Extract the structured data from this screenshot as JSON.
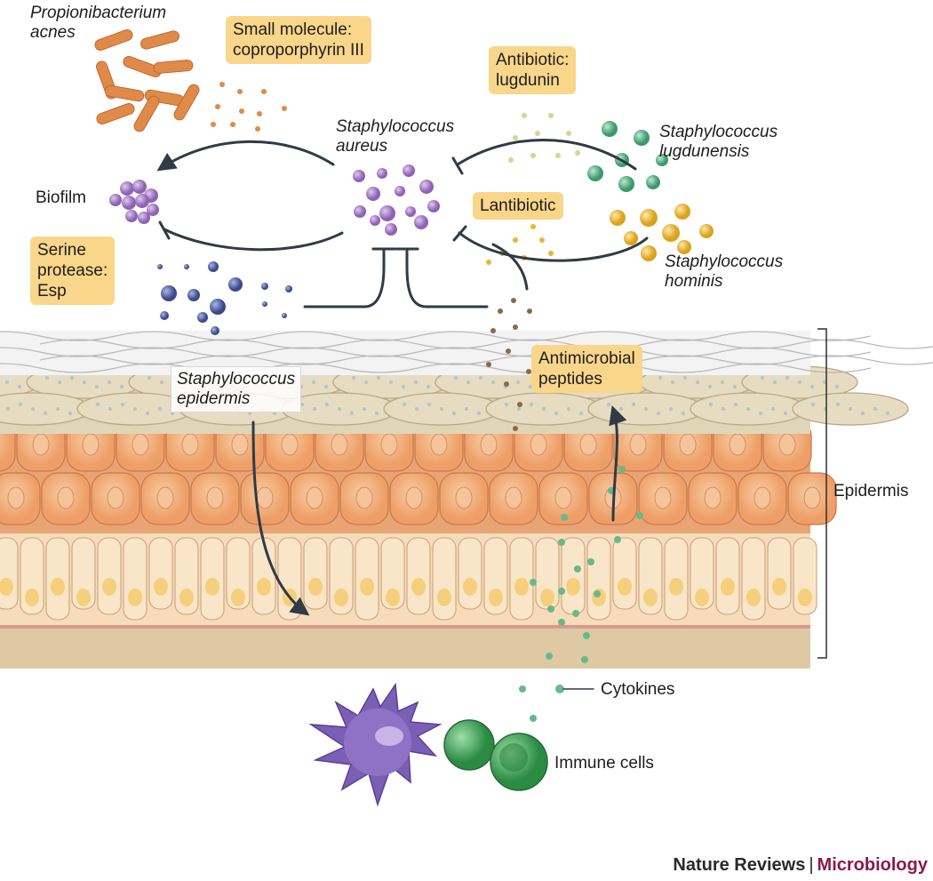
{
  "labels": {
    "propionibacterium": "Propionibacterium\nacnes",
    "small_molecule": "Small molecule:\ncoproporphyrin III",
    "antibiotic": "Antibiotic:\nlugdunin",
    "s_aureus": "Staphylococcus\naureus",
    "s_lugdunensis": "Staphylococcus\nlugdunensis",
    "biofilm": "Biofilm",
    "lantibiotic": "Lantibiotic",
    "s_hominis": "Staphylococcus\nhominis",
    "serine_protease": "Serine\nprotease:\nEsp",
    "antimicrobial_peptides": "Antimicrobial\npeptides",
    "s_epidermis": "Staphylococcus\nepidermis",
    "epidermis": "Epidermis",
    "cytokines": "Cytokines",
    "immune_cells": "Immune cells"
  },
  "brand": {
    "publisher": "Nature Reviews",
    "separator": "|",
    "journal": "Microbiology"
  },
  "colors": {
    "label_box": "#f9d68a",
    "p_acnes": "#e08a4a",
    "s_aureus": "#a77cc4",
    "s_lugdunensis": "#5aaf86",
    "s_hominis": "#e9b62f",
    "s_epidermis_esp": "#4f5e9e",
    "peptides": "#8a6a4a",
    "cytokines": "#6ab88a",
    "cells": "#f2b483",
    "basal_cells": "#f9e6c8",
    "immune_purple": "#7b5fb4",
    "immune_green": "#3a9a55",
    "journal": "#8a1a4a"
  }
}
